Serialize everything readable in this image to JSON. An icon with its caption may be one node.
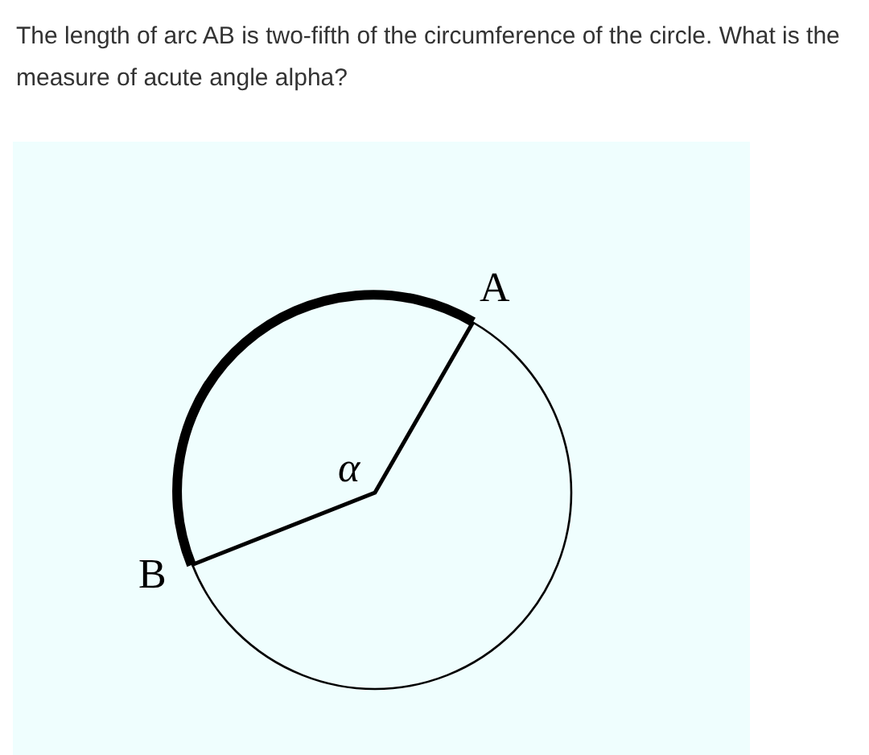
{
  "diagram": {
    "title": "The length of arc AB is two-fifth of the circumference of the circle. What is the measure of acute angle alpha?",
    "labels": [
      "A",
      "α",
      "B"
    ]
  }
}
